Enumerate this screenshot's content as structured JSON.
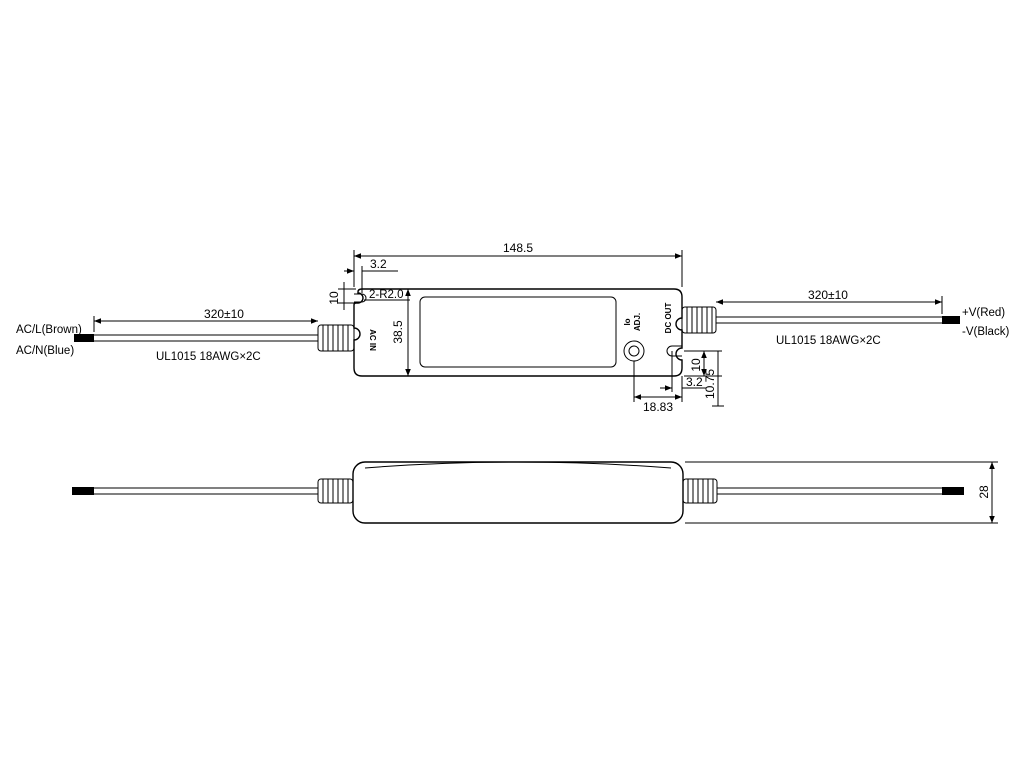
{
  "top_view": {
    "dim_length": "148.5",
    "dim_hole_offset": "3.2",
    "dim_hole_height": "10",
    "hole_note": "2-R2.0",
    "dim_width": "38.5",
    "input_side": {
      "cable_length": "320±10",
      "cable_spec": "UL1015  18AWG×2C",
      "wire_live": "AC/L(Brown)",
      "wire_neutral": "AC/N(Blue)",
      "port_label": "AC IN"
    },
    "output_side": {
      "cable_length": "320±10",
      "cable_spec": "UL1015  18AWG×2C",
      "wire_pos": "+V(Red)",
      "wire_neg": "-V(Black)",
      "port_label": "DC OUT"
    },
    "adjust_label_top": "Io",
    "adjust_label_bottom": "ADJ.",
    "dim_adj_pos": "18.83",
    "dim_hole2_offset": "3.2",
    "dim_hole2_height": "10",
    "dim_hole2_total": "10.75"
  },
  "side_view": {
    "dim_height": "28"
  }
}
